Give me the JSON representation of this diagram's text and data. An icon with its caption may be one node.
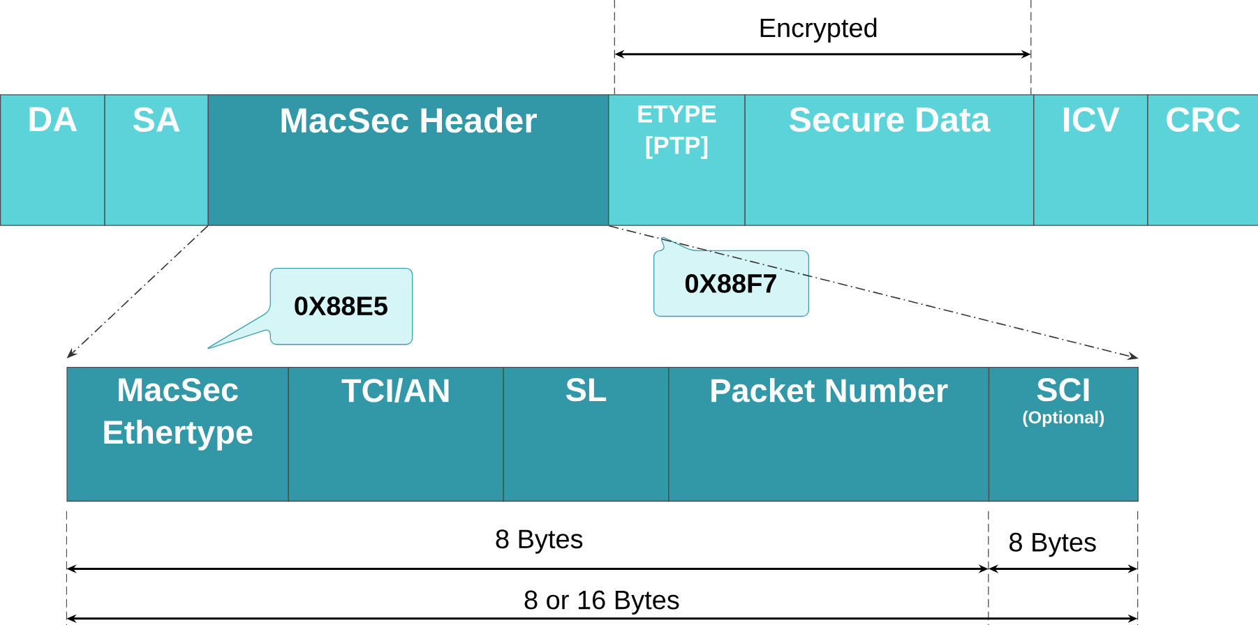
{
  "diagram": {
    "nodes": [
      {
        "text": [
          "DA"
        ]
      },
      {
        "text": [
          "SA"
        ]
      },
      {
        "text": [
          "MacSec Header"
        ]
      },
      {
        "text": [
          "ETYPE [PTP]"
        ]
      },
      {
        "text": [
          "Secure Data"
        ]
      },
      {
        "text": [
          "ICV"
        ]
      },
      {
        "text": [
          "CRC"
        ]
      },
      {
        "text": [
          "0X88E5"
        ]
      },
      {
        "text": [
          "0X88F7"
        ]
      },
      {
        "text": [
          "MacSec Ethertype"
        ]
      },
      {
        "text": [
          "TCI/AN"
        ]
      },
      {
        "text": [
          "SL"
        ]
      },
      {
        "text": [
          "Packet Number"
        ]
      },
      {
        "text": [
          "SCI",
          "(Optional)"
        ]
      }
    ],
    "edges": [
      {
        "from": 2,
        "to": 9,
        "arrow": "to",
        "style": "dashed"
      },
      {
        "from": 2,
        "to": 13,
        "arrow": "to",
        "style": "dashed"
      }
    ],
    "labels": [
      "Encrypted",
      "8 Bytes",
      "8 Bytes",
      "8 or 16 Bytes"
    ]
  }
}
